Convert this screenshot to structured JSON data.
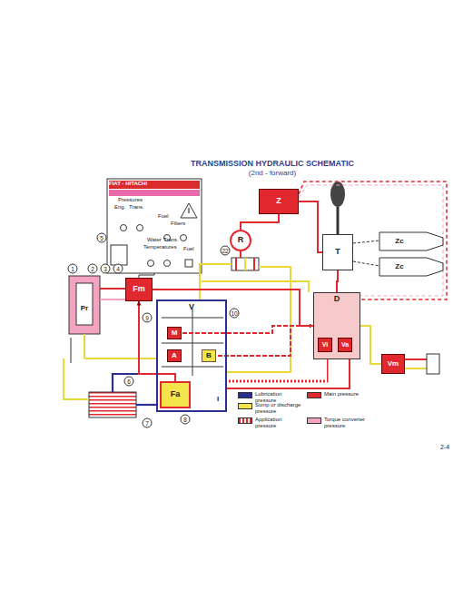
{
  "diagram": {
    "title": "TRANSMISSION HYDRAULIC SCHEMATIC",
    "nodes": [
      {
        "text": [
          "FIAT - HITACHI",
          "Pressures",
          "Eng.",
          "Trans.",
          "Fuel",
          "Filters",
          "Water",
          "Trans.",
          "Temperatures",
          "Fuel"
        ]
      },
      {
        "text": [
          "Fm"
        ]
      },
      {
        "text": [
          "V"
        ]
      },
      {
        "text": [
          "M"
        ],
        "in": 2
      },
      {
        "text": [
          "A"
        ],
        "in": 2
      },
      {
        "text": [
          "B"
        ],
        "in": 2
      },
      {
        "text": [
          "Fa"
        ],
        "in": 2
      },
      {
        "text": [
          "D"
        ]
      },
      {
        "text": [
          "Vi"
        ],
        "in": 7
      },
      {
        "text": [
          "Va"
        ],
        "in": 7
      },
      {
        "text": [
          "Z"
        ]
      },
      {
        "text": [
          "T"
        ]
      },
      {
        "text": [
          "Vm"
        ]
      },
      {
        "text": [
          "R"
        ]
      }
    ],
    "edges": [
      {
        "from": 6,
        "to": 1,
        "arrow": "to"
      },
      {
        "from": 1,
        "to": 7,
        "arrow": "to"
      },
      {
        "from": 7,
        "to": 3,
        "arrow": "none"
      },
      {
        "from": 7,
        "to": 5,
        "arrow": "none"
      },
      {
        "from": 13,
        "to": 10,
        "arrow": "none"
      },
      {
        "from": 10,
        "to": 11,
        "arrow": "none"
      },
      {
        "from": 11,
        "to": 7,
        "arrow": "none"
      },
      {
        "from": 7,
        "to": 12,
        "arrow": "none"
      },
      {
        "from": 1,
        "to": 0,
        "arrow": "none"
      }
    ],
    "labels": [
      "(2nd - forward)",
      "1",
      "2",
      "3",
      "4",
      "5",
      "6",
      "7",
      "8",
      "9",
      "10",
      "22",
      "Zc",
      "Zc",
      "I",
      "Pr",
      "2-4"
    ],
    "legend": [
      {
        "text": "Lubrication pressure",
        "color": "#2b2f8f"
      },
      {
        "text": "Sump or discharge pressure",
        "color": "#f2e44a"
      },
      {
        "text": "Application pressure"
      },
      {
        "text": "Main pressure",
        "color": "#e0282e"
      },
      {
        "text": "Torque converter pressure",
        "color": "#f4a3c0"
      }
    ]
  }
}
